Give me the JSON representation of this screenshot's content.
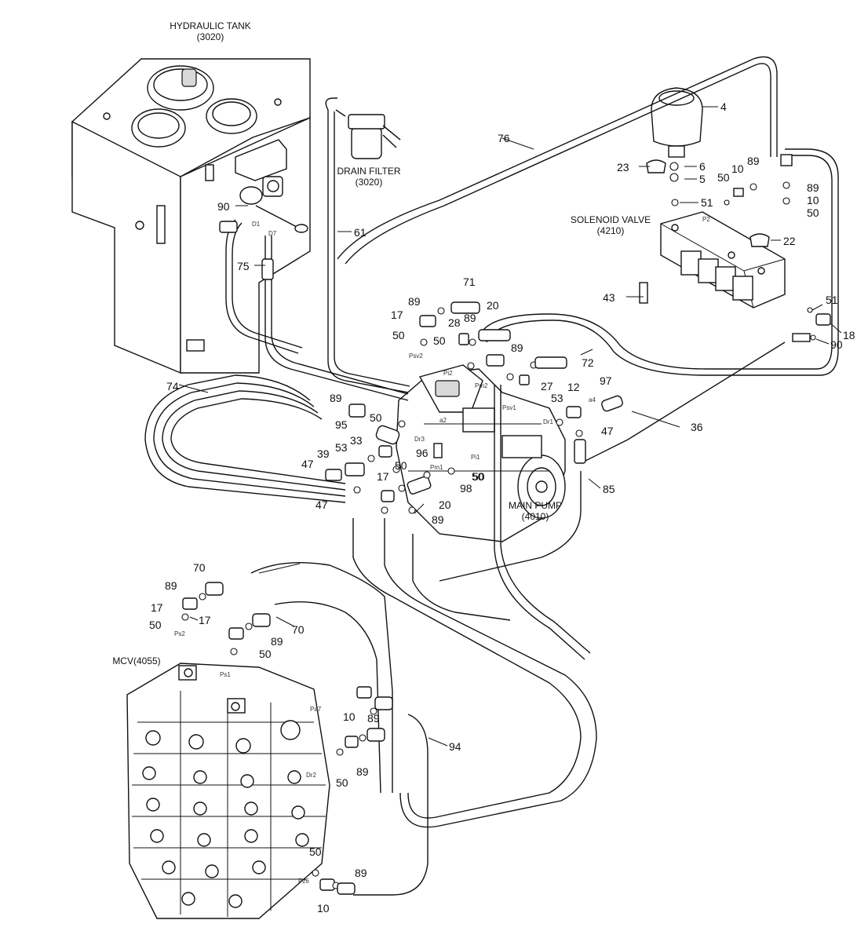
{
  "components": {
    "hydraulic_tank": {
      "title": "HYDRAULIC TANK",
      "code": "(3020)"
    },
    "drain_filter": {
      "title": "DRAIN FILTER",
      "code": "(3020)"
    },
    "solenoid_valve": {
      "title": "SOLENOID VALVE",
      "code": "(4210)"
    },
    "main_pump": {
      "title": "MAIN PUMP",
      "code": "(4010)"
    },
    "mcv": {
      "title": "MCV(4055)"
    }
  },
  "part_callouts": [
    "4",
    "6",
    "5",
    "23",
    "10",
    "89",
    "50",
    "51",
    "89",
    "10",
    "50",
    "22",
    "43",
    "51",
    "18",
    "90",
    "90",
    "61",
    "75",
    "76",
    "71",
    "89",
    "20",
    "17",
    "28",
    "89",
    "50",
    "50",
    "89",
    "27",
    "72",
    "74",
    "89",
    "95",
    "50",
    "33",
    "53",
    "12",
    "97",
    "47",
    "36",
    "53",
    "39",
    "47",
    "96",
    "50",
    "47",
    "17",
    "50",
    "20",
    "98",
    "50",
    "85",
    "89",
    "70",
    "89",
    "17",
    "50",
    "17",
    "89",
    "70",
    "50",
    "94",
    "10",
    "89",
    "50",
    "89",
    "50",
    "89",
    "10"
  ],
  "port_labels": [
    "D1",
    "D7",
    "Psv2",
    "Pi2",
    "Pm2",
    "a2",
    "Psv1",
    "Dr1",
    "a4",
    "Dr3",
    "Pm1",
    "Pi1",
    "Ps2",
    "Ps1",
    "Pa7",
    "Dr2",
    "Pz6",
    "P2"
  ],
  "colors": {
    "line": "#111111",
    "background": "#ffffff"
  }
}
